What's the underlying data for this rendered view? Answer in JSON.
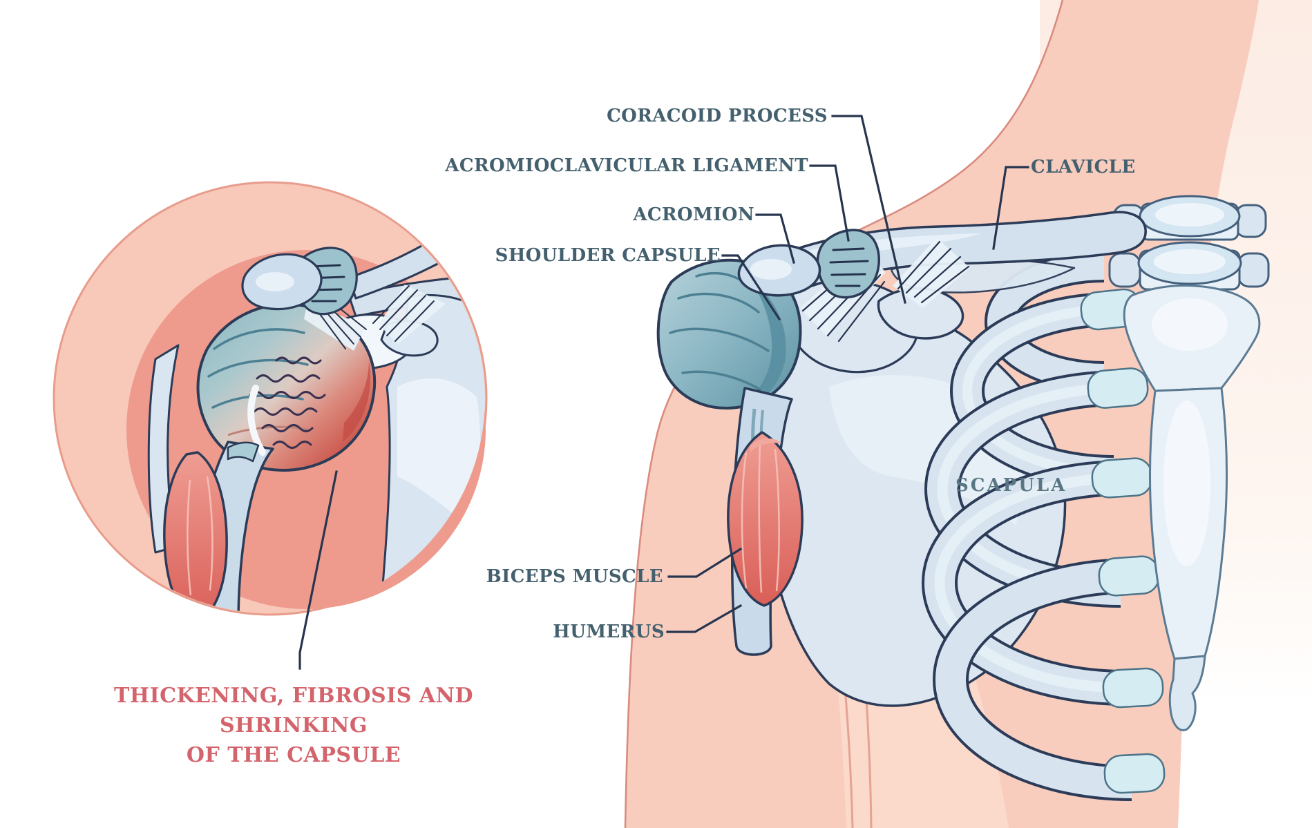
{
  "labels": {
    "coracoid_process": "CORACOID PROCESS",
    "acromioclavicular_ligament": "ACROMIOCLAVICULAR LIGAMENT",
    "acromion": "ACROMION",
    "shoulder_capsule": "SHOULDER CAPSULE",
    "clavicle": "CLAVICLE",
    "scapula": "SCAPULA",
    "biceps_muscle": "BICEPS MUSCLE",
    "humerus": "HUMERUS"
  },
  "caption": {
    "line1": "THICKENING, FIBROSIS AND SHRINKING",
    "line2": "OF THE CAPSULE"
  },
  "colors": {
    "label_text": "#44606e",
    "scapula_text": "#587683",
    "caption_text": "#d4646c",
    "leader_line": "#27354f",
    "outline": "#2c3b57",
    "bone": "#dce7f2",
    "bone_shadow": "#c2d4e5",
    "bone_highlight": "#e9f1f8",
    "cartilage": "#d5ecf2",
    "capsule_teal": "#74a3b2",
    "capsule_teal_dark": "#4d8093",
    "fibrosis_red": "#c94f47",
    "muscle_red": "#dd6a62",
    "body_skin": "#f8cdbe",
    "body_light": "#fbdacc",
    "inset_ring": "#f8c8b9",
    "inset_inner": "#ee9b8e"
  }
}
